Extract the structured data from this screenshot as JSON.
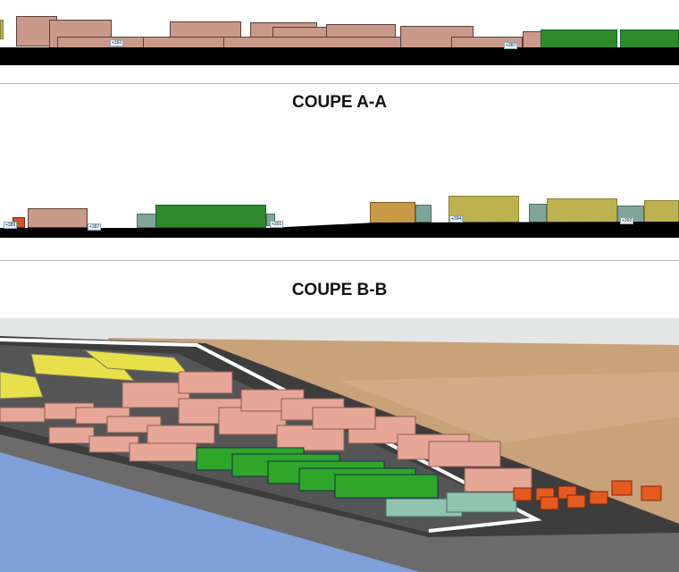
{
  "sections": [
    {
      "title": "COUPE A-A",
      "levels": [
        "+392",
        "+387"
      ]
    },
    {
      "title": "COUPE B-B",
      "levels": [
        "+389",
        "+387",
        "+391",
        "+394",
        "+392"
      ]
    }
  ],
  "colors": {
    "housing": "#c99a8a",
    "green_block": "#2e8a2a",
    "yellow_block": "#bdb24f",
    "teal_block": "#7fa59a",
    "ochre_block": "#c89a45",
    "red_block": "#d2522a",
    "terrain": "#c9a27a",
    "water": "#7fa0d8"
  }
}
